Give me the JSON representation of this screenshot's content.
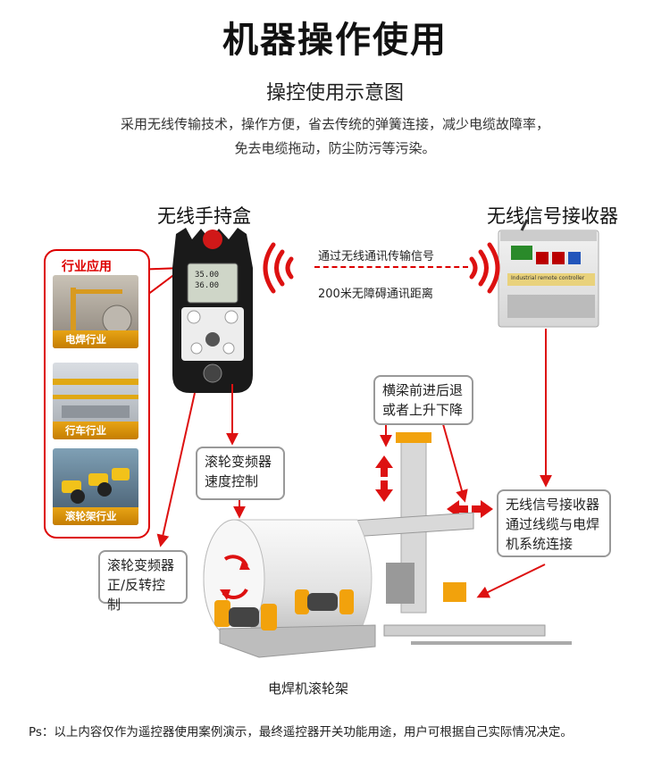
{
  "header": {
    "title": "机器操作使用",
    "subtitle": "操控使用示意图",
    "description_line1": "采用无线传输技术，操作方便，省去传统的弹簧连接，减少电缆故障率，",
    "description_line2": "免去电缆拖动，防尘防污等污染。"
  },
  "handheld": {
    "label": "无线手持盒",
    "screen_line1": "35.00",
    "screen_line2": "36.00"
  },
  "receiver": {
    "label": "无线信号接收器",
    "device_strip_text": "Industrial remote controller"
  },
  "signal": {
    "line1": "通过无线通讯传输信号",
    "line2": "200米无障碍通讯距离"
  },
  "industry_panel": {
    "title": "行业应用",
    "items": [
      {
        "label": "电焊行业"
      },
      {
        "label": "行车行业"
      },
      {
        "label": "滚轮架行业"
      }
    ]
  },
  "callouts": {
    "speed_line1": "滚轮变频器",
    "speed_line2": "速度控制",
    "direction_line1": "滚轮变频器",
    "direction_line2": "正/反转控制",
    "beam_line1": "横梁前进后退",
    "beam_line2": "或者上升下降",
    "receiver_line1": "无线信号接收器",
    "receiver_line2": "通过线缆与电焊",
    "receiver_line3": "机系统连接"
  },
  "machine_caption": "电焊机滚轮架",
  "footer": "Ps：以上内容仅作为遥控器使用案例演示，最终遥控器开关功能用途，用户可根据自己实际情况决定。",
  "colors": {
    "accent_red": "#dd1111",
    "label_orange": "#e09a0e",
    "machine_orange": "#f2a20c"
  }
}
